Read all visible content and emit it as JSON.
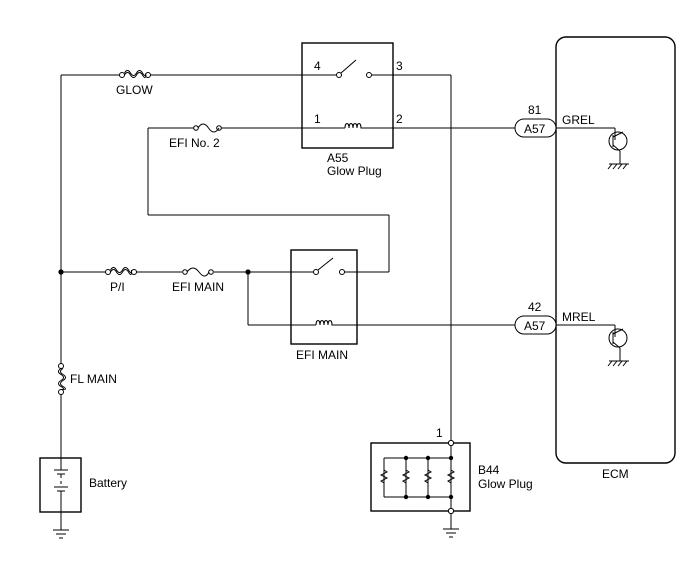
{
  "fuses": {
    "glow": "GLOW",
    "efi_no2": "EFI No. 2",
    "pi": "P/I",
    "efi_main": "EFI MAIN",
    "fl_main": "FL MAIN"
  },
  "relay_a55": {
    "code": "A55",
    "name": "Glow Plug",
    "pin_4": "4",
    "pin_3": "3",
    "pin_1": "1",
    "pin_2": "2"
  },
  "relay_efi_main": {
    "name": "EFI MAIN"
  },
  "glow_plug_b44": {
    "code": "B44",
    "name": "Glow Plug",
    "pin_1": "1"
  },
  "battery": {
    "label": "Battery"
  },
  "ecm": {
    "label": "ECM",
    "grel": {
      "connector": "A57",
      "pin": "81",
      "signal": "GREL"
    },
    "mrel": {
      "connector": "A57",
      "pin": "42",
      "signal": "MREL"
    }
  }
}
